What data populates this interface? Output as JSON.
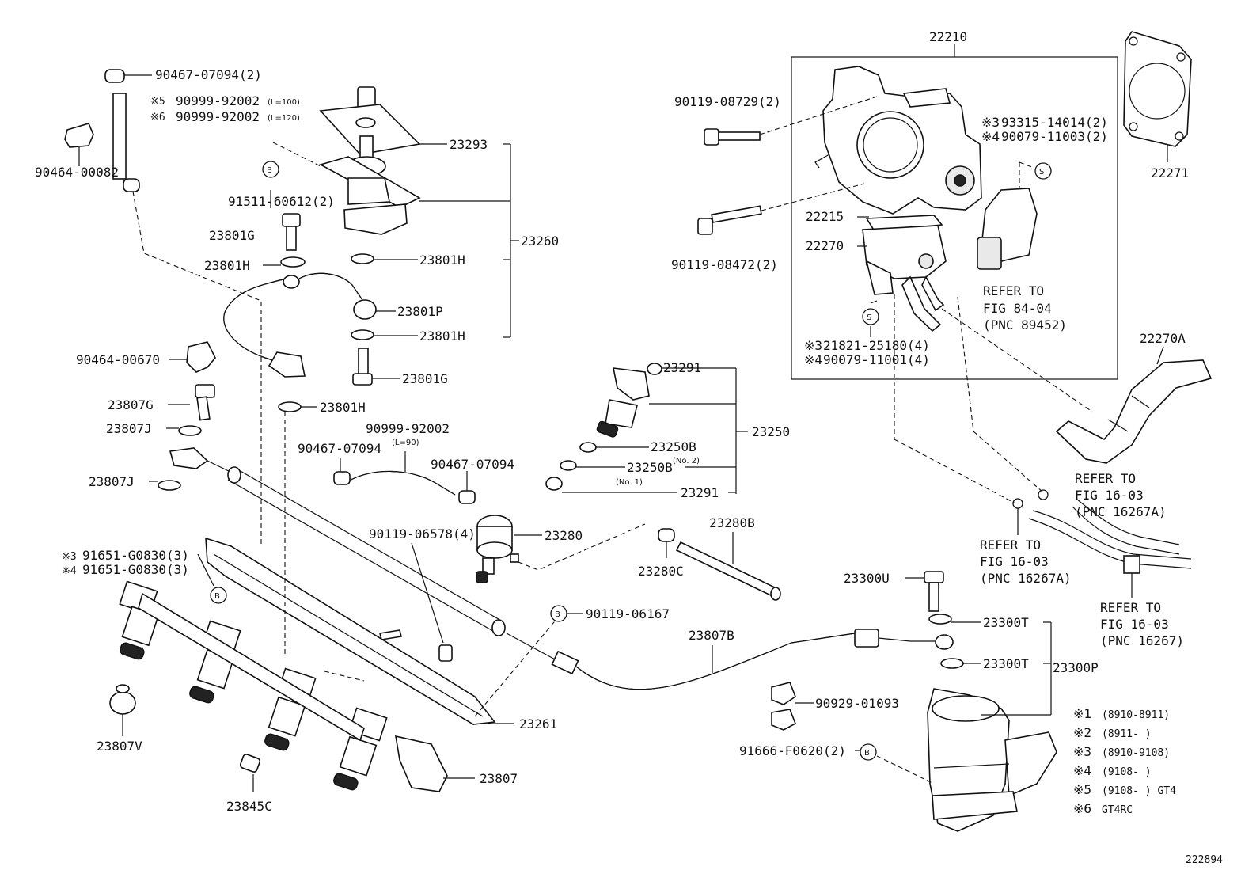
{
  "diagram_id": "222894",
  "parts": {
    "p22210": "22210",
    "p22271": "22271",
    "p90119_08729": "90119-08729(2)",
    "p93315": "93315-14014(2)",
    "p90079_11003": "90079-11003(2)",
    "p22215": "22215",
    "p22270": "22270",
    "p90119_08472": "90119-08472(2)",
    "p21821": "21821-25180(4)",
    "p90079_11001": "90079-11001(4)",
    "p22270A": "22270A",
    "p90467_top": "90467-07094(2)",
    "p90999_l100": "90999-92002",
    "p90999_l120": "90999-92002",
    "p90464_00082": "90464-00082",
    "p23293": "23293",
    "p91511": "91511-60612(2)",
    "p23260": "23260",
    "p23801G_a": "23801G",
    "p23801H_a": "23801H",
    "p23801H_b": "23801H",
    "p23801P": "23801P",
    "p23801H_c": "23801H",
    "p23801G_b": "23801G",
    "p23801H_d": "23801H",
    "p90464_00670": "90464-00670",
    "p23807G": "23807G",
    "p23807J_a": "23807J",
    "p23807J_b": "23807J",
    "p23291_a": "23291",
    "p23250": "23250",
    "p23250B_a": "23250B",
    "p23250B_b": "23250B",
    "p23291_b": "23291",
    "p90999_l90": "90999-92002",
    "p90467_l": "90467-07094",
    "p90467_r": "90467-07094",
    "p90119_06578": "90119-06578(4)",
    "p23280": "23280",
    "p23280B": "23280B",
    "p23280C": "23280C",
    "p91651_3": "91651-G0830(3)",
    "p91651_4": "91651-G0830(3)",
    "p90119_06167": "90119-06167",
    "p23807B": "23807B",
    "p23261": "23261",
    "p23807V": "23807V",
    "p23807": "23807",
    "p23845C": "23845C",
    "p23300U": "23300U",
    "p23300T_a": "23300T",
    "p23300T_b": "23300T",
    "p23300P": "23300P",
    "p90929": "90929-01093",
    "p91666": "91666-F0620(2)"
  },
  "marks": {
    "m1": "※1",
    "m2": "※2",
    "m3": "※3",
    "m4": "※4",
    "m5": "※5",
    "m6": "※6"
  },
  "sub": {
    "l100": "(L=100)",
    "l120": "(L=120)",
    "l90": "(L=90)",
    "no2": "(No. 2)",
    "no1": "(No. 1)"
  },
  "badge": {
    "b": "B",
    "s": "S"
  },
  "refs": {
    "r84_1": "REFER TO",
    "r84_2": "FIG 84-04",
    "r84_3": "(PNC 89452)",
    "r16a_1": "REFER TO",
    "r16a_2": "FIG 16-03",
    "r16a_3": "(PNC 16267A)",
    "r16b_1": "REFER TO",
    "r16b_2": "FIG 16-03",
    "r16b_3": "(PNC 16267A)",
    "r16c_1": "REFER TO",
    "r16c_2": "FIG 16-03",
    "r16c_3": "(PNC 16267)"
  },
  "legend": {
    "k1": "(8910-8911)",
    "k2": "(8911-        )",
    "k3": "(8910-9108)",
    "k4": "(9108-        )",
    "k5": "(9108-        ) GT4",
    "k6": "GT4RC"
  }
}
